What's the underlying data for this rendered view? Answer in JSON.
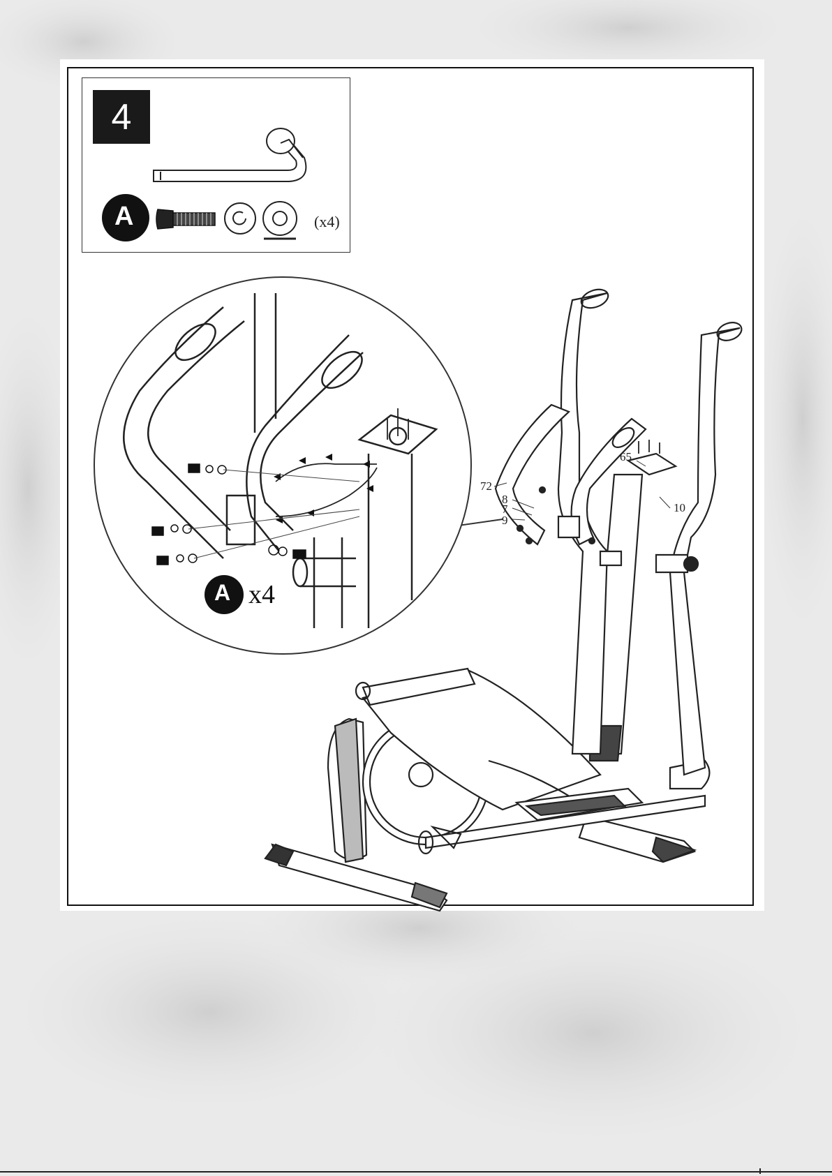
{
  "step": {
    "number": "4"
  },
  "hardware": {
    "part_letter": "A",
    "quantity_label": "(x4)"
  },
  "zoom": {
    "part_letter": "A",
    "quantity_label": "x4"
  },
  "part_callouts": [
    "72",
    "8",
    "7",
    "9",
    "65",
    "10"
  ],
  "icons": {
    "allen_key": "allen-key-icon",
    "bolt": "bolt-icon",
    "spring_washer": "spring-washer-icon",
    "flat_washer": "flat-washer-icon"
  }
}
